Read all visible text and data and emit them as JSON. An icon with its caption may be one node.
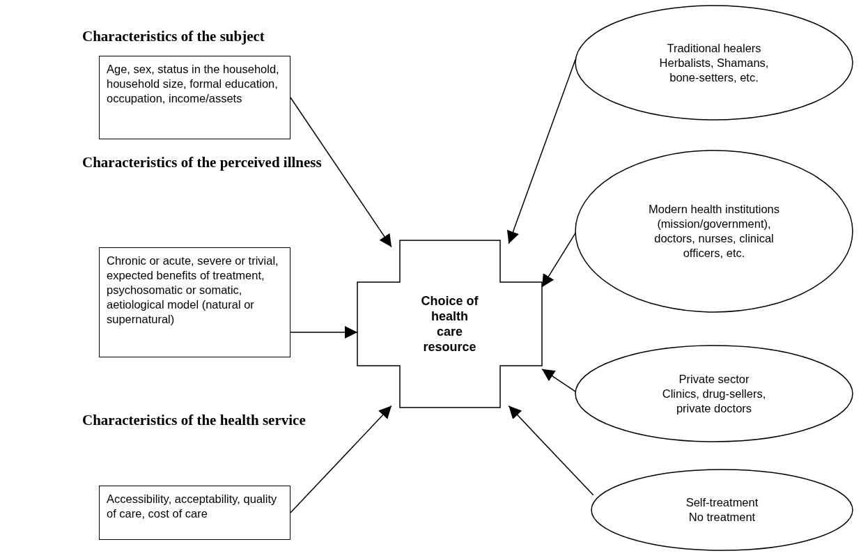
{
  "diagram": {
    "nodes": [
      {
        "text": [
          "Age, sex, status in the household, household size, formal education, occupation, income/assets"
        ]
      },
      {
        "text": [
          "Chronic or acute, severe or trivial, expected benefits of treatment, psychosomatic or somatic, aetiological model (natural or supernatural)"
        ]
      },
      {
        "text": [
          "Accessibility, acceptability, quality of care, cost of care"
        ]
      },
      {
        "text": [
          "Choice of health care resource"
        ]
      },
      {
        "text": [
          "Traditional healers",
          "Herbalists, Shamans, bone-setters, etc."
        ]
      },
      {
        "text": [
          "Modern health institutions (mission/government), doctors, nurses, clinical officers, etc."
        ]
      },
      {
        "text": [
          "Private sector",
          "Clinics, drug-sellers, private doctors"
        ]
      },
      {
        "text": [
          "Self-treatment",
          "No treatment"
        ]
      }
    ],
    "edges": [
      {
        "from": 0,
        "to": 3,
        "arrow": "to"
      },
      {
        "from": 4,
        "to": 3,
        "arrow": "to"
      },
      {
        "from": 5,
        "to": 3,
        "arrow": "to"
      },
      {
        "from": 1,
        "to": 3,
        "arrow": "to"
      },
      {
        "from": 2,
        "to": 3,
        "arrow": "to"
      },
      {
        "from": 6,
        "to": 3,
        "arrow": "to"
      },
      {
        "from": 7,
        "to": 3,
        "arrow": "to"
      }
    ],
    "labels": [
      "Characteristics of the subject",
      "Characteristics of the perceived illness",
      "Characteristics of the health service"
    ]
  }
}
